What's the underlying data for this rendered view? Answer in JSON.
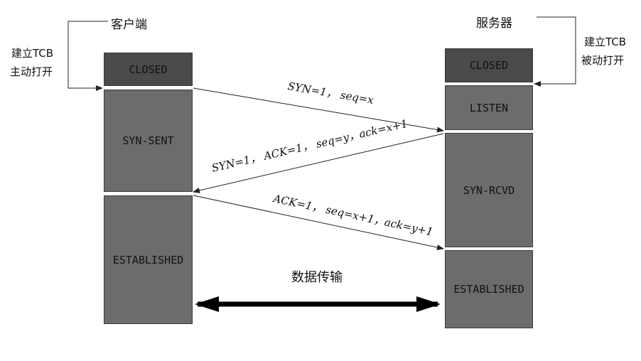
{
  "client": {
    "title": "客户端",
    "note_line1": "建立TCB",
    "note_line2": "主动打开",
    "states": [
      "CLOSED",
      "SYN-SENT",
      "ESTABLISHED"
    ]
  },
  "server": {
    "title": "服务器",
    "note_line1": "建立TCB",
    "note_line2": "被动打开",
    "states": [
      "CLOSED",
      "LISTEN",
      "SYN-RCVD",
      "ESTABLISHED"
    ]
  },
  "messages": {
    "syn": "SYN=1， seq=x",
    "syn_ack": "SYN=1， ACK=1， seq=y，ack=x+1",
    "ack": "ACK=1， seq=x+1，ack=y+1"
  },
  "data_transfer_label": "数据传输",
  "colors": {
    "closed_fill": "#4a4a4a",
    "state_fill": "#6c6c6c",
    "line": "#222222"
  }
}
